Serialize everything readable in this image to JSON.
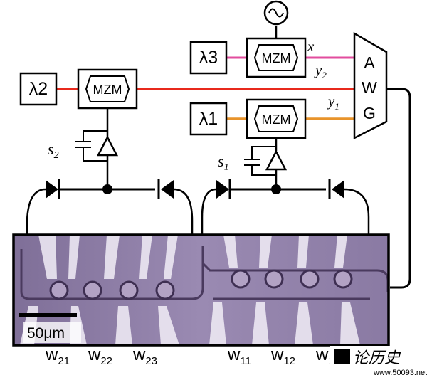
{
  "lasers": {
    "l1": "λ1",
    "l2": "λ2",
    "l3": "λ3"
  },
  "modulator_label": "MZM",
  "awg_letters": [
    "A",
    "W",
    "G"
  ],
  "signals": {
    "x": "x",
    "y1": "y",
    "y1_sub": "1",
    "y2": "y",
    "y2_sub": "2"
  },
  "capacitors": {
    "s1": "s",
    "s1_sub": "1",
    "s2": "s",
    "s2_sub": "2"
  },
  "scale_bar": "50μm",
  "weights": [
    {
      "base": "w",
      "sub": "21"
    },
    {
      "base": "w",
      "sub": "22"
    },
    {
      "base": "w",
      "sub": "23"
    },
    {
      "base": "w",
      "sub": "11"
    },
    {
      "base": "w",
      "sub": "12"
    },
    {
      "base": "w",
      "sub": "13"
    }
  ],
  "watermark": {
    "logo": "论历史",
    "url": "www.50093.net"
  },
  "colors": {
    "red_waveguide": "#e8291c",
    "pink_waveguide": "#e24c9e",
    "orange_waveguide": "#e8932a",
    "chip_background": "#8f7fa6"
  }
}
